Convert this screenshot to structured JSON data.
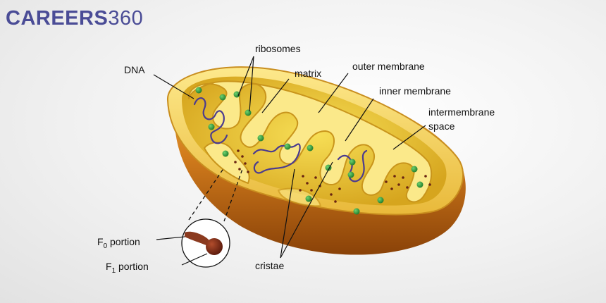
{
  "logo": {
    "brand": "CAREERS",
    "number": "360"
  },
  "labels": {
    "dna": "DNA",
    "ribosomes": "ribosomes",
    "matrix": "matrix",
    "outer_membrane": "outer membrane",
    "inner_membrane": "inner membrane",
    "intermembrane_space_line1": "intermembrane",
    "intermembrane_space_line2": "space",
    "f0_letter": "F",
    "f0_sub": "0",
    "f0_word": " portion",
    "f1_letter": "F",
    "f1_sub": "1",
    "f1_word": " portion",
    "cristae": "cristae"
  },
  "colors": {
    "outer_shell": "#c8741b",
    "inner_yellow": "#f2d23a",
    "matrix_light": "#fbe98a",
    "dna_strand": "#4b3b8f",
    "ribosome": "#2e9a3c",
    "atp_synthase": "#7a2a16",
    "brand": "#4a4c96"
  }
}
